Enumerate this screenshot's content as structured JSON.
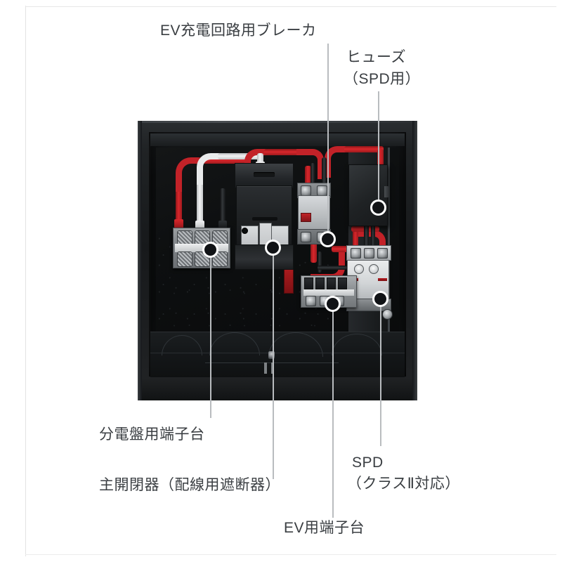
{
  "figure": {
    "type": "annotated-product-photo",
    "subject": "EV charging distribution board interior",
    "background_color": "#ffffff",
    "leader_line_color": "#b9bcbf",
    "callout_dot_color": "#111316",
    "callout_dot_ring_color": "#ffffff"
  },
  "callouts": [
    {
      "id": "ev-breaker",
      "label": "EV充電回路用ブレーカ",
      "label_lines": [
        "EV充電回路用ブレーカ"
      ],
      "position": "top-left",
      "target": "ev-charging-circuit-breaker"
    },
    {
      "id": "fuse",
      "label": "ヒューズ（SPD用）",
      "label_lines": [
        "ヒューズ",
        "（SPD用）"
      ],
      "position": "top-right",
      "target": "spd-fuse-box"
    },
    {
      "id": "dist-terminal",
      "label": "分電盤用端子台",
      "label_lines": [
        "分電盤用端子台"
      ],
      "position": "bottom-left",
      "target": "distribution-board-terminal-block"
    },
    {
      "id": "main-breaker",
      "label": "主開閉器（配線用遮断器）",
      "label_lines": [
        "主開閉器（配線用遮断器）"
      ],
      "position": "bottom-left",
      "target": "main-circuit-breaker-mccb"
    },
    {
      "id": "spd",
      "label": "SPD（クラスⅡ対応）",
      "label_lines": [
        "SPD",
        "（クラスⅡ対応）"
      ],
      "position": "bottom-right",
      "target": "surge-protective-device"
    },
    {
      "id": "ev-terminal",
      "label": "EV用端子台",
      "label_lines": [
        "EV用端子台"
      ],
      "position": "bottom-center",
      "target": "ev-terminal-block"
    }
  ],
  "enclosure": {
    "name": "電気盤筐体",
    "bezel_color": "#202325",
    "interior_color": "#0c0e0f",
    "backplate_color": "#0d0f10"
  },
  "components": [
    {
      "id": "distribution-board-terminal-block",
      "name": "分電盤用端子台",
      "color": "#8d9194",
      "terminals": 6
    },
    {
      "id": "main-circuit-breaker-mccb",
      "name": "主開閉器（配線用遮断器）",
      "color": "#24272a",
      "toggle_color": "#b21d20"
    },
    {
      "id": "ev-charging-circuit-breaker",
      "name": "EV充電回路用ブレーカ",
      "color": "#c3c7ca",
      "indicator_color": "#c02327"
    },
    {
      "id": "spd-fuse-box",
      "name": "ヒューズ（SPD用）",
      "color": "#23262a"
    },
    {
      "id": "surge-protective-device",
      "name": "SPD（クラスⅡ対応）",
      "color": "#e0e3e5",
      "stripe_color": "#b4181d"
    },
    {
      "id": "ev-terminal-block",
      "name": "EV用端子台",
      "color": "#969a9d"
    }
  ],
  "wiring": {
    "live_color": "#d8272c",
    "neutral_color": "#f2f3f4",
    "earth_color": "#22262a"
  }
}
